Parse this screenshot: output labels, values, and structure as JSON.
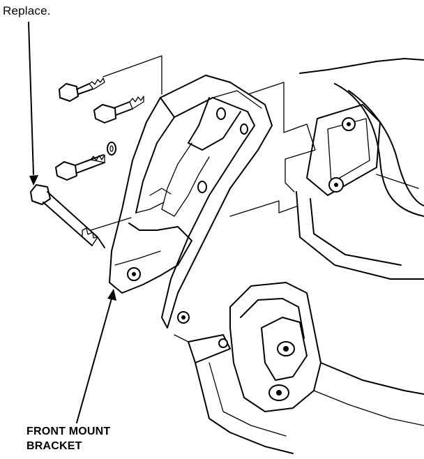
{
  "labels": {
    "replace": "Replace.",
    "front_mount_bracket_line1": "FRONT MOUNT",
    "front_mount_bracket_line2": "BRACKET"
  },
  "colors": {
    "ink": "#000000",
    "paper": "#ffffff"
  },
  "icons": [
    "arrow-icon",
    "bolt-icon",
    "washer-icon"
  ]
}
